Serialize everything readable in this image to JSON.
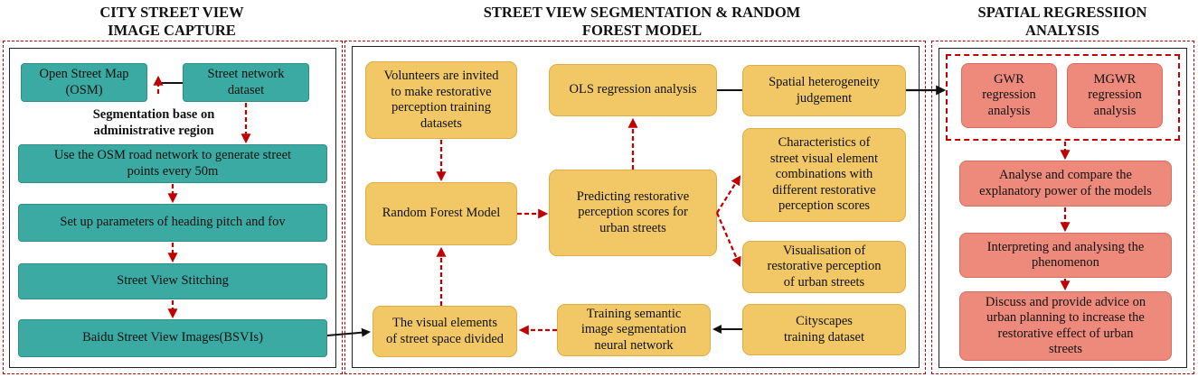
{
  "sections": {
    "capture": {
      "title_line1": "CITY STREET VIEW",
      "title_line2": "IMAGE CAPTURE"
    },
    "model": {
      "title_line1": "STREET VIEW SEGMENTATION & RANDOM",
      "title_line2": "FOREST MODEL"
    },
    "regression": {
      "title_line1": "SPATIAL REGRESSIION",
      "title_line2": "ANALYSIS"
    }
  },
  "capture_boxes": {
    "osm_line1": "Open Street Map",
    "osm_line2": "(OSM)",
    "network_line1": "Street network",
    "network_line2": "dataset",
    "segmentation_note_line1": "Segmentation base on",
    "segmentation_note_line2": "administrative region",
    "points_line1": "Use the OSM road network to generate street",
    "points_line2": "points every 50m",
    "params": "Set up parameters of heading pitch and fov",
    "stitching": "Street View Stitching",
    "bsvi": "Baidu Street View Images(BSVIs)"
  },
  "model_boxes": {
    "volunteers_line1": "Volunteers are invited",
    "volunteers_line2": "to make restorative",
    "volunteers_line3": "perception training",
    "volunteers_line4": "datasets",
    "ols": "OLS regression analysis",
    "heterogeneity_line1": "Spatial heterogeneity",
    "heterogeneity_line2": "judgement",
    "characteristics_line1": "Characteristics of",
    "characteristics_line2": "street visual element",
    "characteristics_line3": "combinations with",
    "characteristics_line4": "different restorative",
    "characteristics_line5": "perception scores",
    "rf": "Random Forest Model",
    "predicting_line1": "Predicting restorative",
    "predicting_line2": "perception scores for",
    "predicting_line3": "urban streets",
    "visualisation_line1": "Visualisation of",
    "visualisation_line2": "restorative perception",
    "visualisation_line3": "of urban streets",
    "visual_elements_line1": "The visual elements",
    "visual_elements_line2": "of street space divided",
    "training_line1": "Training semantic",
    "training_line2": "image segmentation",
    "training_line3": "neural network",
    "cityscapes_line1": "Cityscapes",
    "cityscapes_line2": "training dataset"
  },
  "regression_boxes": {
    "gwr_line1": "GWR",
    "gwr_line2": "regression",
    "gwr_line3": "analysis",
    "mgwr_line1": "MGWR",
    "mgwr_line2": "regression",
    "mgwr_line3": "analysis",
    "compare_line1": "Analyse and compare the",
    "compare_line2": "explanatory power of the models",
    "interpret_line1": "Interpreting and analysing the",
    "interpret_line2": "phenomenon",
    "advice_line1": "Discuss and provide advice on",
    "advice_line2": "urban planning to increase the",
    "advice_line3": "restorative effect of urban",
    "advice_line4": "streets"
  },
  "colors": {
    "teal": "#3aaaa2",
    "gold": "#f1c865",
    "salmon": "#ee8a7b",
    "dashed_red": "#c00000",
    "arrow_red": "#c00000",
    "arrow_black": "#111111"
  }
}
